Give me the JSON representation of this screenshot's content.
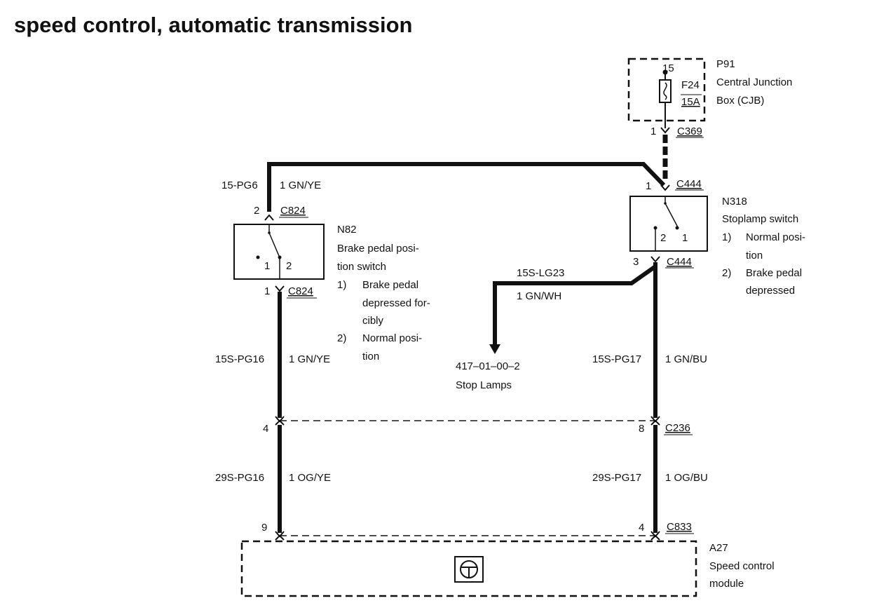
{
  "title": "speed control, automatic transmission",
  "components": {
    "p91": {
      "id": "P91",
      "name_line1": "Central Junction",
      "name_line2": "Box (CJB)",
      "pin": "15",
      "fuse": "F24",
      "rating": "15A",
      "out_pin": "1",
      "connector": "C369"
    },
    "n318": {
      "id": "N318",
      "name": "Stoplamp switch",
      "notes": [
        {
          "num": "1)",
          "line1": "Normal posi-",
          "line2": "tion"
        },
        {
          "num": "2)",
          "line1": "Brake pedal",
          "line2": "depressed"
        }
      ],
      "pin_top": "1",
      "conn_top": "C444",
      "pin_bottom": "3",
      "conn_bottom": "C444",
      "pos1": "1",
      "pos2": "2"
    },
    "n82": {
      "id": "N82",
      "name_line1": "Brake pedal posi-",
      "name_line2": "tion switch",
      "notes": [
        {
          "num": "1)",
          "line1": "Brake pedal",
          "line2": "depressed for-",
          "line3": "cibly"
        },
        {
          "num": "2)",
          "line1": "Normal posi-",
          "line2": "tion"
        }
      ],
      "pin_top": "2",
      "conn_top": "C824",
      "pin_bottom": "1",
      "conn_bottom": "C824",
      "pos1": "1",
      "pos2": "2"
    },
    "a27": {
      "id": "A27",
      "name_line1": "Speed control",
      "name_line2": "module",
      "pin_left": "9",
      "pin_right": "4",
      "connector": "C833"
    },
    "c236": {
      "pin_left": "4",
      "pin_right": "8",
      "connector": "C236"
    }
  },
  "wires": {
    "w_top": {
      "circuit": "15-PG6",
      "gauge_color": "1 GN/YE"
    },
    "w_stop": {
      "circuit": "15S-LG23",
      "gauge_color": "1 GN/WH"
    },
    "w_left_mid": {
      "circuit": "15S-PG16",
      "gauge_color": "1 GN/YE"
    },
    "w_right_mid": {
      "circuit": "15S-PG17",
      "gauge_color": "1 GN/BU"
    },
    "w_left_low": {
      "circuit": "29S-PG16",
      "gauge_color": "1 OG/YE"
    },
    "w_right_low": {
      "circuit": "29S-PG17",
      "gauge_color": "1 OG/BU"
    }
  },
  "references": {
    "stop_lamps_ref": "417–01–00–2",
    "stop_lamps_name": "Stop Lamps"
  }
}
